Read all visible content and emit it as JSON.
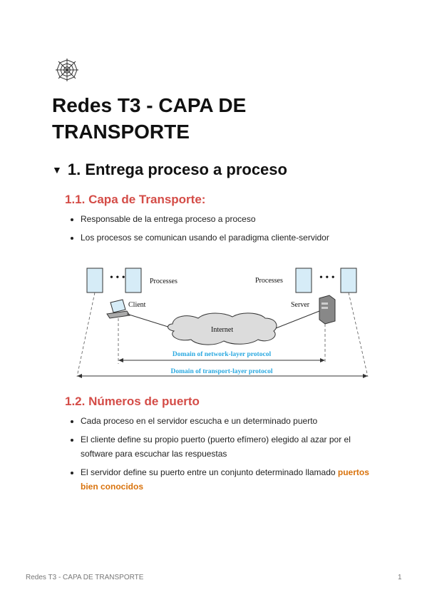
{
  "page": {
    "icon": "spiderweb-icon",
    "title": "Redes T3 - CAPA DE TRANSPORTE"
  },
  "section1": {
    "arrow": "▼",
    "heading": "1. Entrega proceso a proceso"
  },
  "sub1": {
    "heading": "1.1. Capa de Transporte:",
    "bullets": [
      "Responsable de la entrega proceso a proceso",
      "Los procesos se comunican usando el paradigma cliente-servidor"
    ]
  },
  "diagram": {
    "processes_left": "Processes",
    "processes_right": "Processes",
    "client": "Client",
    "server": "Server",
    "internet": "Internet",
    "network_domain": "Domain of network-layer protocol",
    "transport_domain": "Domain of transport-layer protocol",
    "accent_color": "#29a8e0"
  },
  "sub2": {
    "heading": "1.2. Números de puerto",
    "bullet1": "Cada proceso en el servidor escucha e un determinado puerto",
    "bullet2": "El cliente define su propio puerto (puerto efímero) elegido al azar por el software para escuchar las respuestas",
    "bullet3_text": "El servidor define su puerto entre un conjunto determinado llamado ",
    "bullet3_highlight": "puertos bien conocidos"
  },
  "footer": {
    "left": "Redes T3 - CAPA DE TRANSPORTE",
    "page_number": "1"
  }
}
